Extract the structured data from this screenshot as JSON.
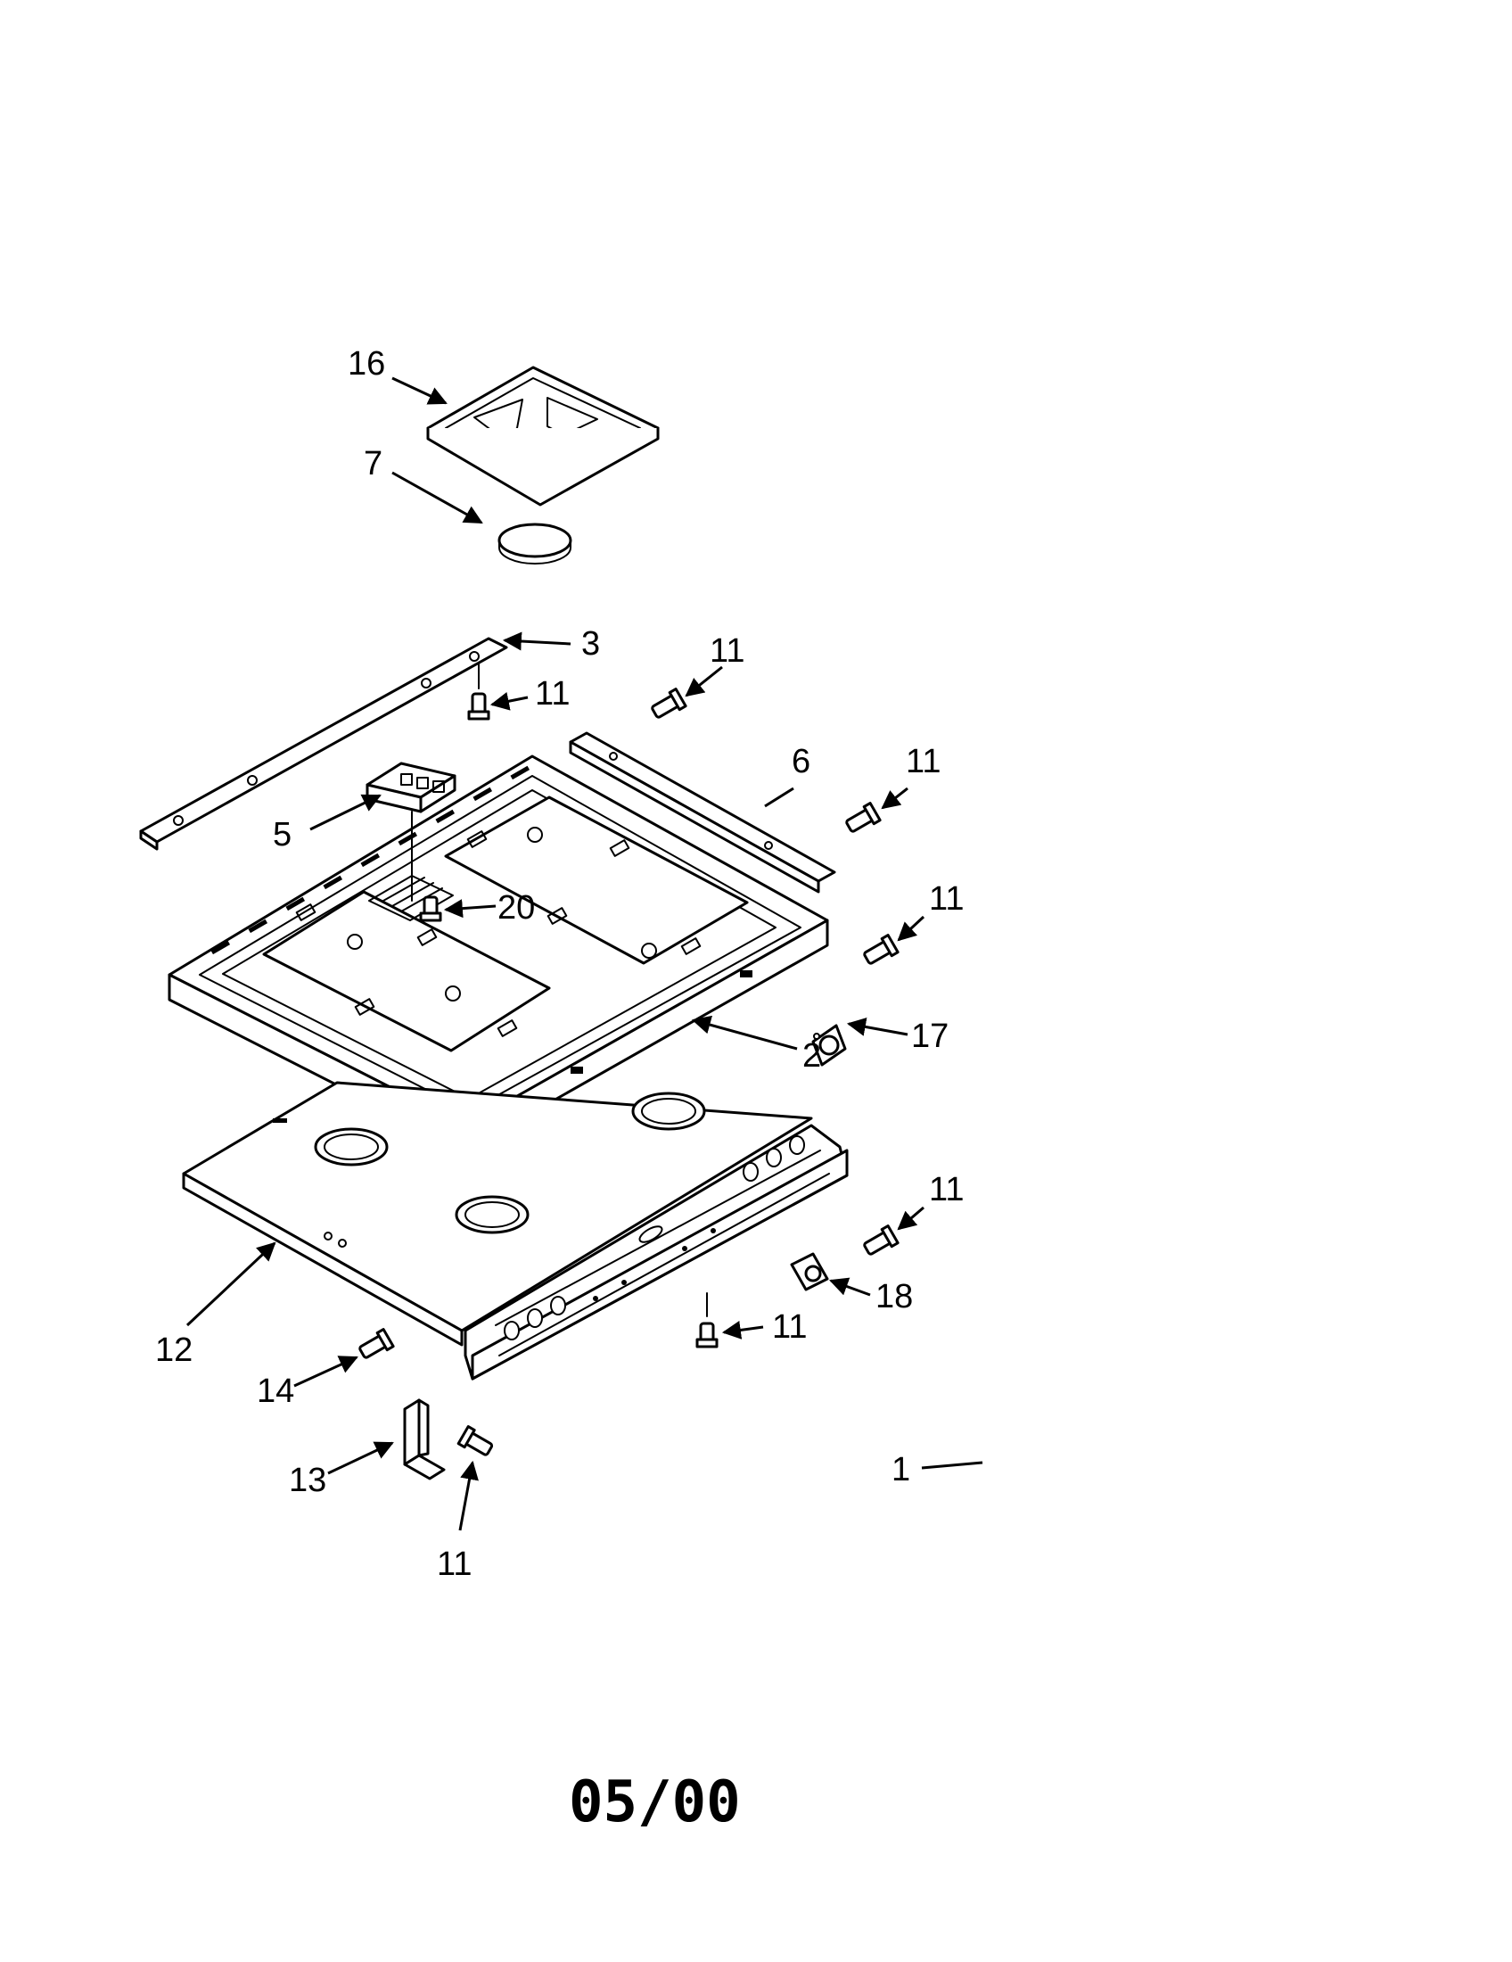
{
  "callouts": {
    "c16": "16",
    "c7": "7",
    "c3": "3",
    "c11a": "11",
    "c11b": "11",
    "c6": "6",
    "c11c": "11",
    "c5": "5",
    "c20": "20",
    "c11d": "11",
    "c17": "17",
    "c2": "2",
    "c11e": "11",
    "c18": "18",
    "c11f": "11",
    "c12": "12",
    "c14": "14",
    "c13": "13",
    "c11g": "11",
    "c1": "1"
  },
  "footer": {
    "date_code": "05/00"
  }
}
